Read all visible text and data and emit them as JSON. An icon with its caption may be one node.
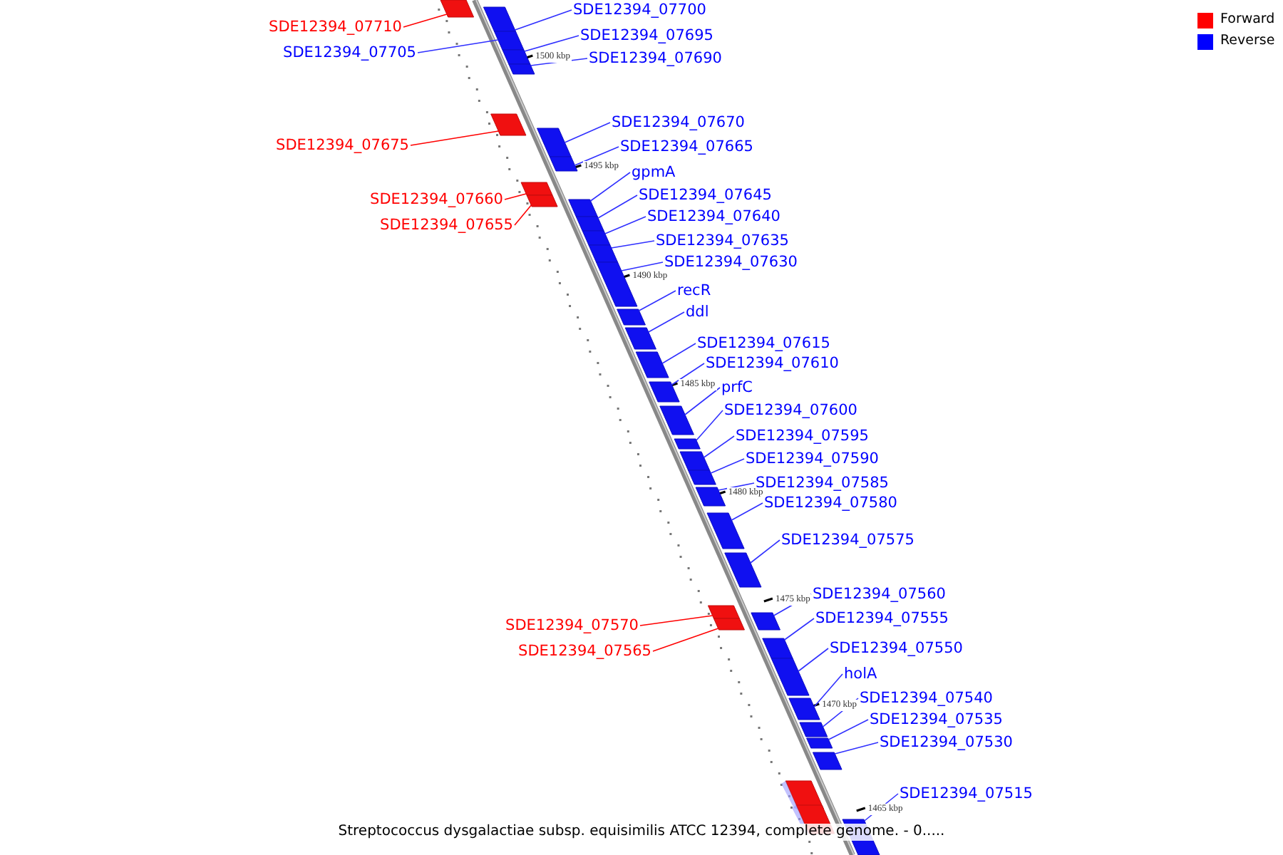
{
  "diagram": {
    "caption": "Streptococcus dysgalactiae subsp. equisimilis ATCC 12394, complete genome. - 0.....",
    "nodes": [
      {
        "text": [
          "SDE12394_07710"
        ]
      },
      {
        "text": [
          "SDE12394_07700"
        ]
      },
      {
        "text": [
          "SDE12394_07705"
        ]
      },
      {
        "text": [
          "SDE12394_07695"
        ]
      },
      {
        "text": [
          "SDE12394_07690"
        ]
      },
      {
        "text": [
          "SDE12394_07675"
        ]
      },
      {
        "text": [
          "SDE12394_07670"
        ]
      },
      {
        "text": [
          "SDE12394_07665"
        ]
      },
      {
        "text": [
          "gpmA"
        ]
      },
      {
        "text": [
          "SDE12394_07660"
        ]
      },
      {
        "text": [
          "SDE12394_07645"
        ]
      },
      {
        "text": [
          "SDE12394_07655"
        ]
      },
      {
        "text": [
          "SDE12394_07640"
        ]
      },
      {
        "text": [
          "SDE12394_07635"
        ]
      },
      {
        "text": [
          "SDE12394_07630"
        ]
      },
      {
        "text": [
          "recR"
        ]
      },
      {
        "text": [
          "ddl"
        ]
      },
      {
        "text": [
          "SDE12394_07615"
        ]
      },
      {
        "text": [
          "SDE12394_07610"
        ]
      },
      {
        "text": [
          "prfC"
        ]
      },
      {
        "text": [
          "SDE12394_07600"
        ]
      },
      {
        "text": [
          "SDE12394_07595"
        ]
      },
      {
        "text": [
          "SDE12394_07590"
        ]
      },
      {
        "text": [
          "SDE12394_07585"
        ]
      },
      {
        "text": [
          "SDE12394_07580"
        ]
      },
      {
        "text": [
          "SDE12394_07575"
        ]
      },
      {
        "text": [
          "SDE12394_07560"
        ]
      },
      {
        "text": [
          "SDE12394_07570"
        ]
      },
      {
        "text": [
          "SDE12394_07555"
        ]
      },
      {
        "text": [
          "SDE12394_07565"
        ]
      },
      {
        "text": [
          "SDE12394_07550"
        ]
      },
      {
        "text": [
          "holA"
        ]
      },
      {
        "text": [
          "SDE12394_07540"
        ]
      },
      {
        "text": [
          "SDE12394_07535"
        ]
      },
      {
        "text": [
          "SDE12394_07530"
        ]
      },
      {
        "text": [
          "SDE12394_07515"
        ]
      },
      {
        "text": [],
        "shape": "bar"
      },
      {
        "text": [],
        "shape": "bar"
      },
      {
        "text": [],
        "shape": "bar"
      },
      {
        "text": [],
        "shape": "bar"
      },
      {
        "text": [],
        "shape": "bar"
      },
      {
        "text": [],
        "shape": "bar"
      },
      {
        "text": [],
        "shape": "bar"
      },
      {
        "text": [],
        "shape": "bar"
      },
      {
        "text": [],
        "shape": "bar"
      },
      {
        "text": [],
        "shape": "bar"
      },
      {
        "text": [],
        "shape": "bar"
      },
      {
        "text": [],
        "shape": "bar"
      },
      {
        "text": [],
        "shape": "bar"
      },
      {
        "text": [],
        "shape": "bar"
      },
      {
        "text": [],
        "shape": "bar"
      },
      {
        "text": [],
        "shape": "bar"
      },
      {
        "text": [],
        "shape": "bar"
      },
      {
        "text": [],
        "shape": "bar"
      },
      {
        "text": [],
        "shape": "bar"
      },
      {
        "text": [],
        "shape": "bar"
      },
      {
        "text": [],
        "shape": "bar"
      },
      {
        "text": [],
        "shape": "bar"
      },
      {
        "text": [],
        "shape": "bar"
      },
      {
        "text": [],
        "shape": "bar"
      },
      {
        "text": [],
        "shape": "bar"
      },
      {
        "text": [],
        "shape": "bar"
      },
      {
        "text": [],
        "shape": "bar"
      },
      {
        "text": [],
        "shape": "bar"
      },
      {
        "text": [],
        "shape": "bar"
      },
      {
        "text": [],
        "shape": "bar"
      },
      {
        "text": [],
        "shape": "bar"
      },
      {
        "text": [],
        "shape": "bar"
      },
      {
        "text": [],
        "shape": "bar"
      },
      {
        "text": [],
        "shape": "bar"
      },
      {
        "text": [],
        "shape": "bar"
      },
      {
        "text": [],
        "shape": "bar"
      }
    ],
    "edges": [
      {
        "from": 0,
        "to": 36,
        "arrow": "none",
        "color": "#ff0000"
      },
      {
        "from": 1,
        "to": 37,
        "arrow": "none"
      },
      {
        "from": 2,
        "to": 38,
        "arrow": "none"
      },
      {
        "from": 3,
        "to": 39,
        "arrow": "none"
      },
      {
        "from": 4,
        "to": 40,
        "arrow": "none"
      },
      {
        "from": 5,
        "to": 41,
        "arrow": "none",
        "color": "#ff0000"
      },
      {
        "from": 6,
        "to": 42,
        "arrow": "none"
      },
      {
        "from": 7,
        "to": 43,
        "arrow": "none"
      },
      {
        "from": 8,
        "to": 44,
        "arrow": "none"
      },
      {
        "from": 9,
        "to": 45,
        "arrow": "none",
        "color": "#ff0000"
      },
      {
        "from": 10,
        "to": 46,
        "arrow": "none"
      },
      {
        "from": 11,
        "to": 47,
        "arrow": "none",
        "color": "#ff0000"
      },
      {
        "from": 12,
        "to": 48,
        "arrow": "none"
      },
      {
        "from": 13,
        "to": 49,
        "arrow": "none"
      },
      {
        "from": 14,
        "to": 50,
        "arrow": "none"
      },
      {
        "from": 15,
        "to": 51,
        "arrow": "none"
      },
      {
        "from": 16,
        "to": 52,
        "arrow": "none"
      },
      {
        "from": 17,
        "to": 53,
        "arrow": "none"
      },
      {
        "from": 18,
        "to": 54,
        "arrow": "none"
      },
      {
        "from": 19,
        "to": 55,
        "arrow": "none"
      },
      {
        "from": 20,
        "to": 56,
        "arrow": "none"
      },
      {
        "from": 21,
        "to": 57,
        "arrow": "none"
      },
      {
        "from": 22,
        "to": 58,
        "arrow": "none"
      },
      {
        "from": 23,
        "to": 59,
        "arrow": "none"
      },
      {
        "from": 24,
        "to": 60,
        "arrow": "none"
      },
      {
        "from": 25,
        "to": 61,
        "arrow": "none"
      },
      {
        "from": 26,
        "to": 62,
        "arrow": "none"
      },
      {
        "from": 27,
        "to": 63,
        "arrow": "none",
        "color": "#ff0000"
      },
      {
        "from": 28,
        "to": 64,
        "arrow": "none"
      },
      {
        "from": 29,
        "to": 65,
        "arrow": "none",
        "color": "#ff0000"
      },
      {
        "from": 30,
        "to": 66,
        "arrow": "none"
      },
      {
        "from": 31,
        "to": 67,
        "arrow": "none"
      },
      {
        "from": 32,
        "to": 68,
        "arrow": "none"
      },
      {
        "from": 33,
        "to": 69,
        "arrow": "none"
      },
      {
        "from": 34,
        "to": 70,
        "arrow": "none"
      },
      {
        "from": 35,
        "to": 71,
        "arrow": "none"
      }
    ],
    "labels": [
      "1500 kbp",
      "1495 kbp",
      "1490 kbp",
      "1485 kbp",
      "1480 kbp",
      "1475 kbp",
      "1470 kbp",
      "1465 kbp"
    ],
    "legend": [
      {
        "text": "Forward",
        "color": "#ff0000"
      },
      {
        "text": "Reverse",
        "color": "#0000ff"
      }
    ]
  }
}
